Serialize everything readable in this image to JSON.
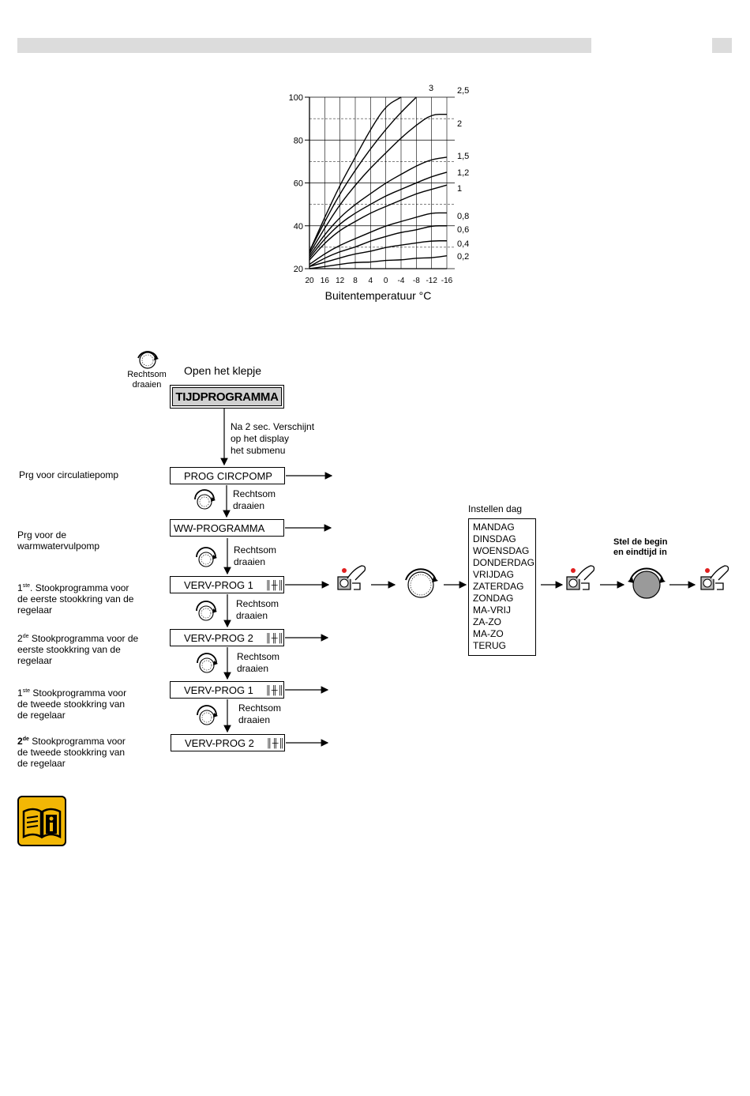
{
  "header": {
    "bar_color": "#dcdcdc"
  },
  "chart_data": {
    "type": "line",
    "title": "",
    "xlabel": "Buitentemperatuur  °C",
    "ylabel": "",
    "x": [
      20,
      16,
      12,
      8,
      4,
      0,
      -4,
      -8,
      -12,
      -16
    ],
    "x_tick_labels": [
      "20",
      "16",
      "12",
      "8",
      "4",
      "0",
      "-4",
      "-8",
      "-12",
      "-16"
    ],
    "y_ticks": [
      "20",
      "40",
      "60",
      "80",
      "100"
    ],
    "xlim": [
      20,
      -16
    ],
    "ylim": [
      20,
      100
    ],
    "grid": true,
    "series": [
      {
        "name": "3",
        "values": [
          28,
          44,
          59,
          72,
          85,
          96,
          100,
          null,
          null,
          null
        ]
      },
      {
        "name": "2,5",
        "values": [
          28,
          42,
          55,
          66,
          76,
          85,
          93,
          100,
          null,
          null
        ]
      },
      {
        "name": "2",
        "values": [
          27,
          39,
          50,
          59,
          67,
          74,
          81,
          87,
          92,
          92
        ]
      },
      {
        "name": "1,5",
        "values": [
          26,
          36,
          44,
          50,
          55,
          60,
          64,
          68,
          71,
          72
        ]
      },
      {
        "name": "1,2",
        "values": [
          25,
          34,
          41,
          46,
          50,
          54,
          57,
          60,
          63,
          65
        ]
      },
      {
        "name": "1",
        "values": [
          24,
          32,
          38,
          42,
          46,
          49,
          52,
          55,
          57,
          59
        ]
      },
      {
        "name": "0,8",
        "values": [
          22,
          27,
          31,
          34,
          37,
          40,
          42,
          44,
          46,
          46
        ]
      },
      {
        "name": "0,6",
        "values": [
          21,
          25,
          28,
          30,
          33,
          35,
          37,
          38,
          40,
          40
        ]
      },
      {
        "name": "0,4",
        "values": [
          21,
          23,
          25,
          27,
          28,
          30,
          31,
          32,
          33,
          33
        ]
      },
      {
        "name": "0,2",
        "values": [
          20,
          21,
          22,
          23,
          23,
          24,
          24,
          25,
          25,
          26
        ]
      }
    ]
  },
  "flow": {
    "turn_label_top": "Rechtsom\ndraaien",
    "open_label": "Open het klepje",
    "tijd_box": "TIJDPROGRAMMA",
    "after_2sec": "Na 2 sec. Verschijnt\nop het display\nhet submenu",
    "turn_text": "Rechtsom\ndraaien",
    "boxes": [
      {
        "label": "PROG CIRCPOMP",
        "radiator": "",
        "sub": ""
      },
      {
        "label": "WW-PROGRAMMA",
        "radiator": "",
        "sub": ""
      },
      {
        "label": "VERV-PROG 1",
        "radiator": "║╫║",
        "sub": "1"
      },
      {
        "label": "VERV-PROG 2",
        "radiator": "║╫║",
        "sub": "1"
      },
      {
        "label": "VERV-PROG 1",
        "radiator": "║╫║",
        "sub": "2"
      },
      {
        "label": "VERV-PROG 2",
        "radiator": "║╫║",
        "sub": "2"
      }
    ],
    "side_labels": [
      {
        "prefix": "",
        "sup": "",
        "text": "Prg voor circulatiepomp"
      },
      {
        "prefix": "",
        "sup": "",
        "text": "Prg voor de\nwarmwatervulpomp"
      },
      {
        "prefix": "1",
        "sup": "ste",
        "text": ". Stookprogramma voor\nde eerste stookkring van de\nregelaar"
      },
      {
        "prefix": "2",
        "sup": "de",
        "text": "  Stookprogramma voor de\neerste stookkring van de\nregelaar"
      },
      {
        "prefix": "1",
        "sup": "ste",
        "text": " Stookprogramma voor\nde tweede stookkring van\nde regelaar"
      },
      {
        "prefix": "2",
        "sup": "de",
        "text": " Stookprogramma voor\nde tweede stookkring van\nde regelaar"
      }
    ],
    "instellen_dag": "Instellen dag",
    "days": [
      "MANDAG",
      "DINSDAG",
      "WOENSDAG",
      "DONDERDAG",
      "VRIJDAG",
      "ZATERDAG",
      "ZONDAG",
      "MA-VRIJ",
      "ZA-ZO",
      "MA-ZO",
      "TERUG"
    ],
    "stel_label": "Stel de begin\nen eindtijd in"
  },
  "colors": {
    "info_icon_bg": "#f2b705",
    "button_red": "#e02020"
  }
}
